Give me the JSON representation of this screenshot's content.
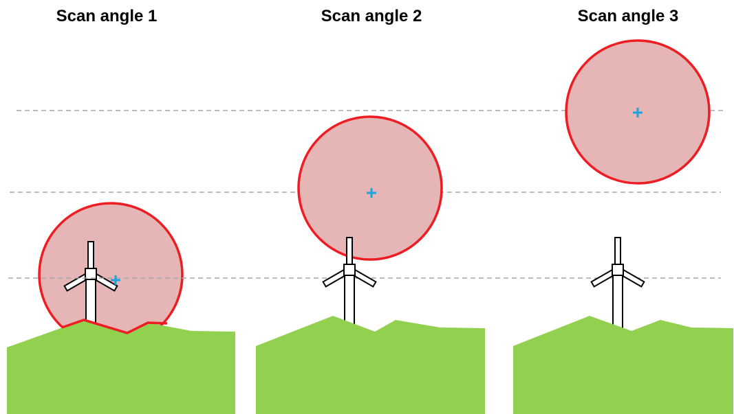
{
  "panels": [
    {
      "title": "Scan angle 1",
      "ground_clips_beam": true
    },
    {
      "title": "Scan angle 2",
      "ground_clips_beam": false
    },
    {
      "title": "Scan angle 3",
      "ground_clips_beam": false
    }
  ],
  "colors": {
    "beam_fill": "#e6b6b7",
    "beam_outline": "#ee1c23",
    "center_marker": "#1aa3dc",
    "ground": "#92d050",
    "reference_line": "#a6a6a6",
    "turbine_fill": "#ffffff",
    "turbine_outline": "#000000"
  }
}
